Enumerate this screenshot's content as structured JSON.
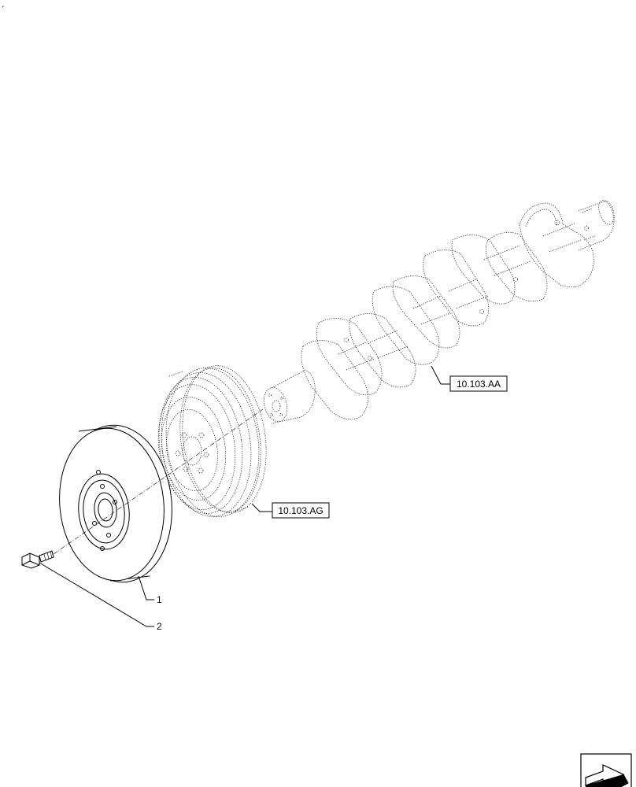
{
  "callouts": {
    "crankshaft_ref": "10.103.AA",
    "flywheel_ref": "10.103.AG",
    "damper_item": "1",
    "bolt_item": "2"
  },
  "corner_mark": "."
}
